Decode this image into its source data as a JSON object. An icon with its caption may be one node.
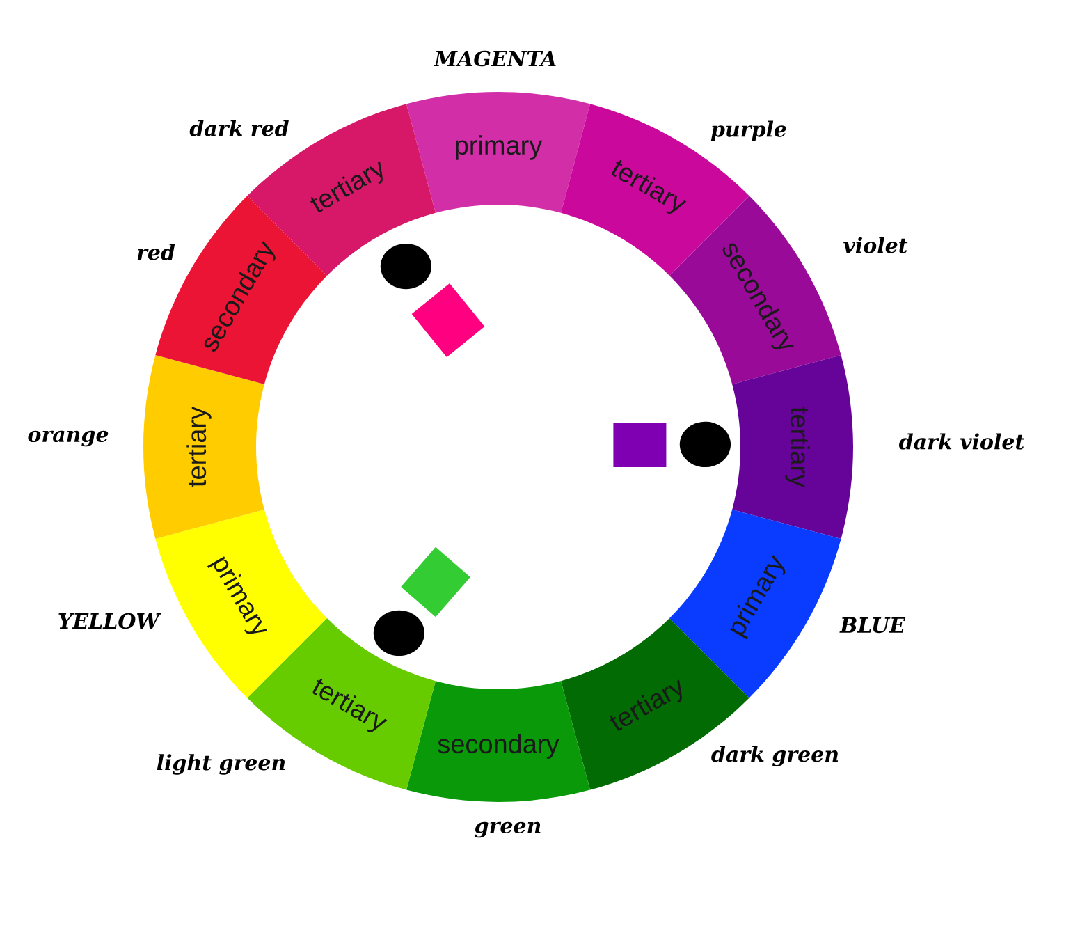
{
  "diagram": {
    "nodes": [
      {
        "text": [
          "primary"
        ],
        "beside": [
          "MAGENTA"
        ]
      },
      {
        "text": [
          "tertiary"
        ],
        "beside": [
          "purple"
        ]
      },
      {
        "text": [
          "secondary"
        ],
        "beside": [
          "violet"
        ]
      },
      {
        "text": [
          "tertiary"
        ],
        "beside": [
          "dark violet"
        ]
      },
      {
        "text": [
          "primary"
        ],
        "beside": [
          "BLUE"
        ]
      },
      {
        "text": [
          "tertiary"
        ],
        "beside": [
          "dark green"
        ]
      },
      {
        "text": [
          "secondary"
        ],
        "beside": [
          "green"
        ]
      },
      {
        "text": [
          "tertiary"
        ],
        "beside": [
          "light green"
        ]
      },
      {
        "text": [
          "primary"
        ],
        "beside": [
          "YELLOW"
        ]
      },
      {
        "text": [
          "tertiary"
        ],
        "beside": [
          "orange"
        ]
      },
      {
        "text": [
          "secondary"
        ],
        "beside": [
          "red"
        ]
      },
      {
        "text": [
          "tertiary"
        ],
        "beside": [
          "dark red"
        ]
      }
    ]
  }
}
